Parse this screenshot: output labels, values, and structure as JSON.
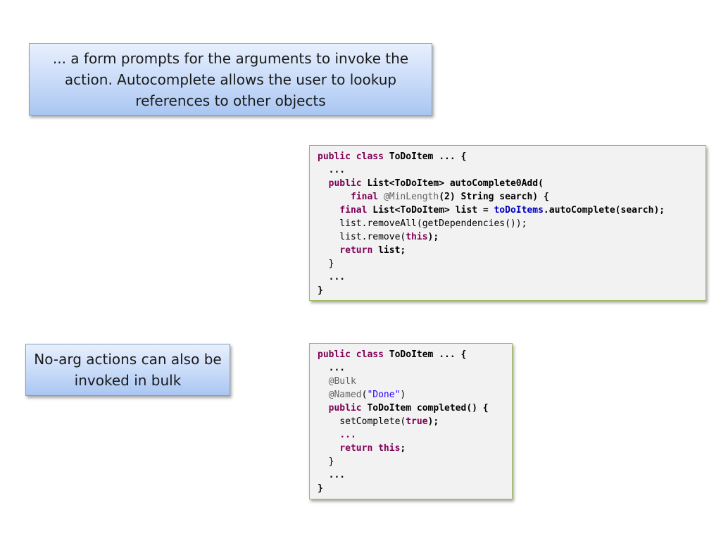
{
  "callouts": {
    "autocomplete": {
      "text": "... a form prompts for the arguments to invoke the action. Autocomplete allows the user to lookup references to other objects"
    },
    "bulk": {
      "text": "No-arg actions can also be invoked in bulk"
    }
  },
  "code_blocks": [
    {
      "lines": [
        [
          {
            "t": "public",
            "c": "kw"
          },
          {
            "t": " ",
            "c": ""
          },
          {
            "t": "class",
            "c": "kw"
          },
          {
            "t": " ToDoItem ... {",
            "c": "b"
          }
        ],
        [
          {
            "t": "  ...",
            "c": "b"
          }
        ],
        [
          {
            "t": "  ",
            "c": ""
          },
          {
            "t": "public",
            "c": "kw"
          },
          {
            "t": " List<ToDoItem> autoComplete0Add(",
            "c": "b"
          }
        ],
        [
          {
            "t": "      ",
            "c": ""
          },
          {
            "t": "final",
            "c": "kw"
          },
          {
            "t": " ",
            "c": ""
          },
          {
            "t": "@MinLength",
            "c": "ann"
          },
          {
            "t": "(2) String search) {",
            "c": "b"
          }
        ],
        [
          {
            "t": "    ",
            "c": ""
          },
          {
            "t": "final",
            "c": "kw"
          },
          {
            "t": " List<ToDoItem> list = ",
            "c": "b"
          },
          {
            "t": "toDoItems",
            "c": "fld"
          },
          {
            "t": ".autoComplete(search);",
            "c": "b"
          }
        ],
        [
          {
            "t": "    list.removeAll(getDependencies());",
            "c": ""
          }
        ],
        [
          {
            "t": "    list.remove(",
            "c": ""
          },
          {
            "t": "this",
            "c": "kw"
          },
          {
            "t": ");",
            "c": "b"
          }
        ],
        [
          {
            "t": "    ",
            "c": ""
          },
          {
            "t": "return",
            "c": "kw"
          },
          {
            "t": " list;",
            "c": "b"
          }
        ],
        [
          {
            "t": "  }",
            "c": ""
          }
        ],
        [
          {
            "t": "  ...",
            "c": "b"
          }
        ],
        [
          {
            "t": "}",
            "c": "b"
          }
        ]
      ]
    },
    {
      "lines": [
        [
          {
            "t": "public",
            "c": "kw"
          },
          {
            "t": " ",
            "c": ""
          },
          {
            "t": "class",
            "c": "kw"
          },
          {
            "t": " ToDoItem ... {",
            "c": "b"
          }
        ],
        [
          {
            "t": "  ...",
            "c": "b"
          }
        ],
        [
          {
            "t": "  ",
            "c": ""
          },
          {
            "t": "@Bulk",
            "c": "ann"
          }
        ],
        [
          {
            "t": "  ",
            "c": ""
          },
          {
            "t": "@Named",
            "c": "ann"
          },
          {
            "t": "(",
            "c": ""
          },
          {
            "t": "\"Done\"",
            "c": "str"
          },
          {
            "t": ")",
            "c": ""
          }
        ],
        [
          {
            "t": "  ",
            "c": ""
          },
          {
            "t": "public",
            "c": "kw"
          },
          {
            "t": " ToDoItem completed() {",
            "c": "b"
          }
        ],
        [
          {
            "t": "    setComplete(",
            "c": ""
          },
          {
            "t": "true",
            "c": "kw"
          },
          {
            "t": ");",
            "c": "b"
          }
        ],
        [
          {
            "t": "    ",
            "c": ""
          },
          {
            "t": "...",
            "c": "kw"
          }
        ],
        [
          {
            "t": "    ",
            "c": ""
          },
          {
            "t": "return",
            "c": "kw"
          },
          {
            "t": " ",
            "c": ""
          },
          {
            "t": "this",
            "c": "kw"
          },
          {
            "t": ";",
            "c": "b"
          }
        ],
        [
          {
            "t": "  }",
            "c": ""
          }
        ],
        [
          {
            "t": "  ...",
            "c": "b"
          }
        ],
        [
          {
            "t": "}",
            "c": "b"
          }
        ]
      ]
    }
  ]
}
